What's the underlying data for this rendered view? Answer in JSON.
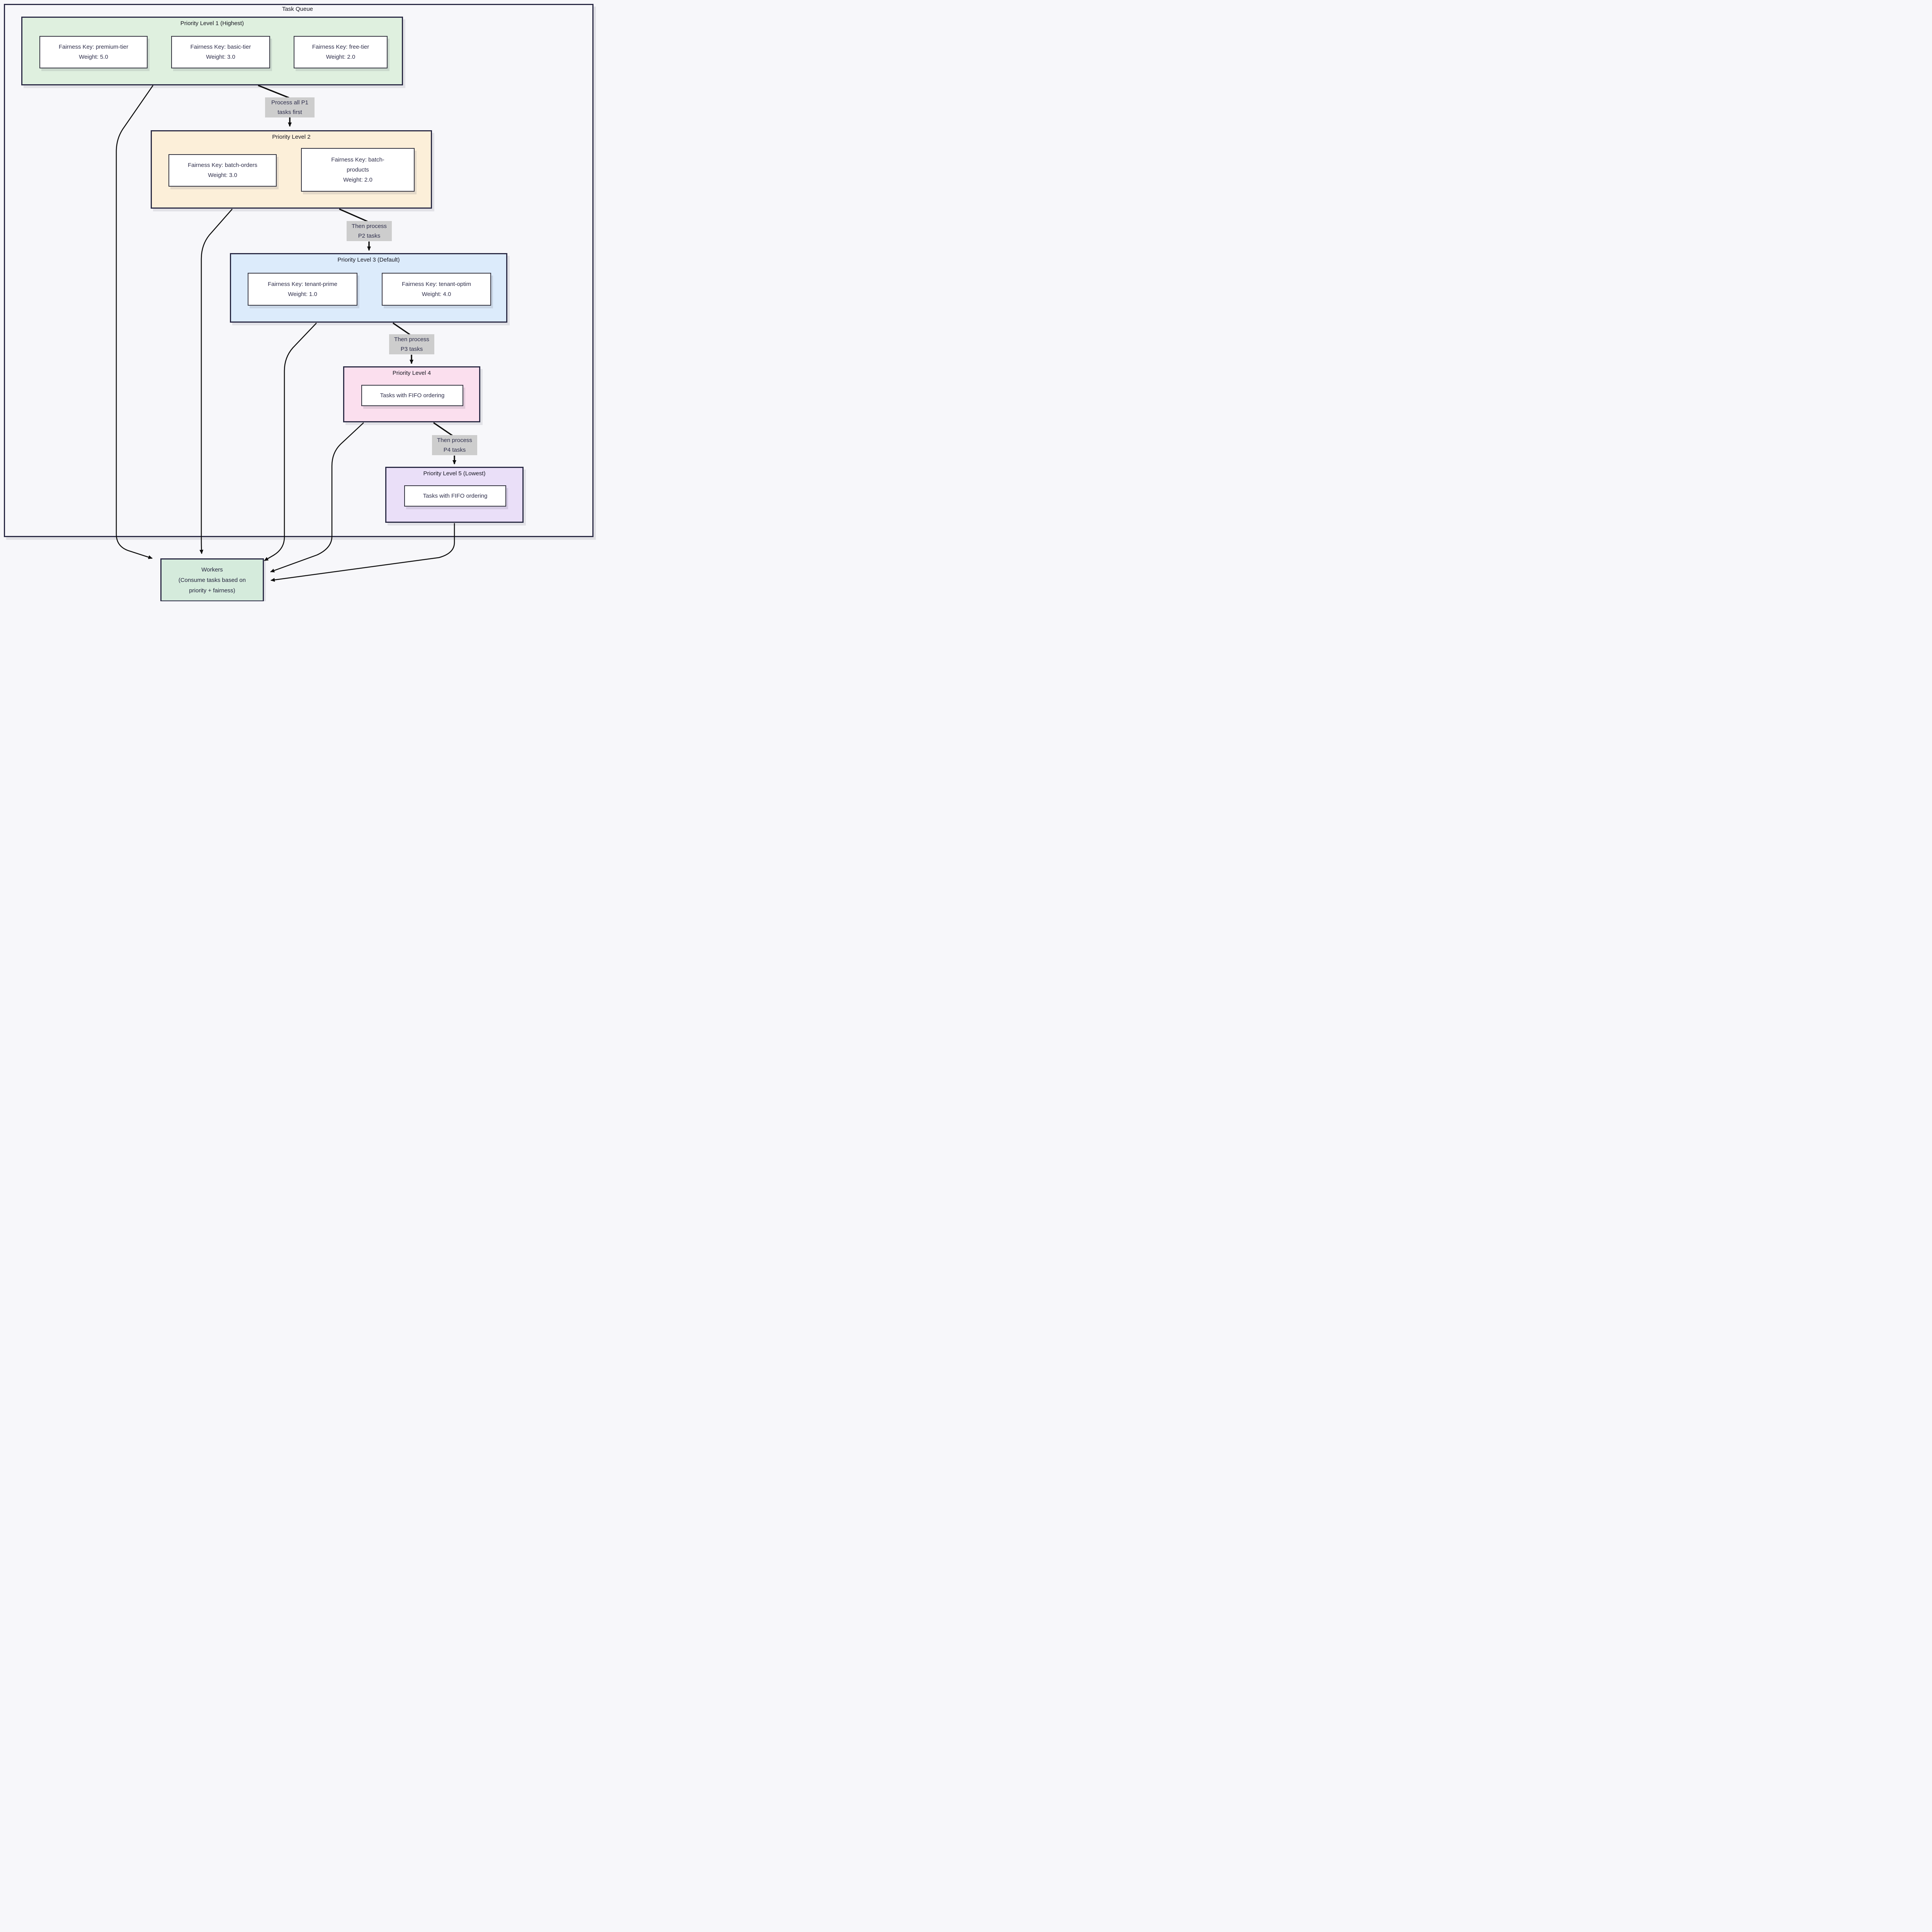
{
  "diagram": {
    "container_title": "Task Queue",
    "levels": [
      {
        "title": "Priority Level 1 (Highest)",
        "fill": "#dff0df",
        "items": [
          {
            "lines": [
              "Fairness Key: premium-tier",
              "Weight: 5.0"
            ]
          },
          {
            "lines": [
              "Fairness Key: basic-tier",
              "Weight: 3.0"
            ]
          },
          {
            "lines": [
              "Fairness Key: free-tier",
              "Weight: 2.0"
            ]
          }
        ]
      },
      {
        "title": "Priority Level 2",
        "fill": "#fcefd9",
        "items": [
          {
            "lines": [
              "Fairness Key: batch-orders",
              "Weight: 3.0"
            ]
          },
          {
            "lines": [
              "Fairness Key: batch-",
              "products",
              "Weight: 2.0"
            ]
          }
        ]
      },
      {
        "title": "Priority Level 3 (Default)",
        "fill": "#dcebfb",
        "items": [
          {
            "lines": [
              "Fairness Key: tenant-prime",
              "Weight: 1.0"
            ]
          },
          {
            "lines": [
              "Fairness Key: tenant-optim",
              "Weight: 4.0"
            ]
          }
        ]
      },
      {
        "title": "Priority Level 4",
        "fill": "#fbdfee",
        "items": [
          {
            "lines": [
              "Tasks with FIFO ordering"
            ]
          }
        ]
      },
      {
        "title": "Priority Level 5 (Lowest)",
        "fill": "#eadff8",
        "items": [
          {
            "lines": [
              "Tasks with FIFO ordering"
            ]
          }
        ]
      }
    ],
    "edge_labels": [
      {
        "lines": [
          "Process all P1",
          "tasks first"
        ]
      },
      {
        "lines": [
          "Then process",
          "P2 tasks"
        ]
      },
      {
        "lines": [
          "Then process",
          "P3 tasks"
        ]
      },
      {
        "lines": [
          "Then process",
          "P4 tasks"
        ]
      }
    ],
    "workers": {
      "lines": [
        "Workers",
        "(Consume tasks based on",
        "priority + fairness)"
      ]
    },
    "colors": {
      "background": "#f7f7fa",
      "cluster_border": "#2a2a44",
      "node_border": "#33333f",
      "node_fill": "#ffffff",
      "level1_fill": "#dff0df",
      "level2_fill": "#fcefd9",
      "level3_fill": "#dcebfb",
      "level4_fill": "#fbdfee",
      "level5_fill": "#eadff8",
      "workers_fill": "#d5ebdc",
      "edge_label_bg": "#cdcdcd",
      "arrow": "#0d0d0d",
      "text": "#2e2e4a"
    }
  }
}
